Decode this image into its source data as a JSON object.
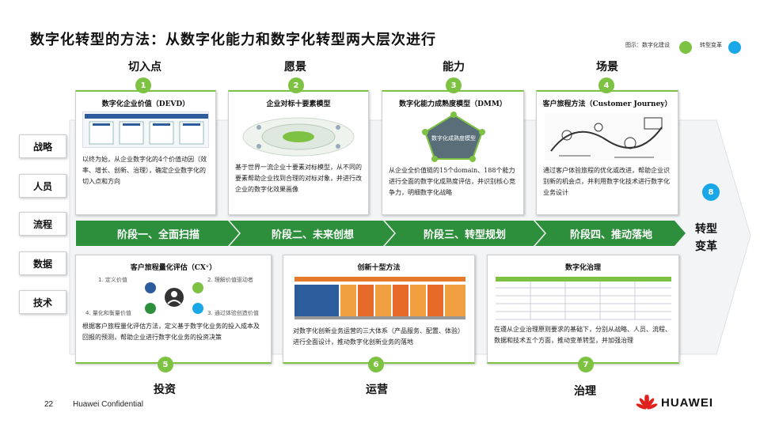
{
  "title": "数字化转型的方法：从数字化能力和数字化转型两大层次进行",
  "legend": {
    "prefix": "图示：",
    "item1": "数字化建设",
    "item2": "转型变革",
    "color1": "#7dc242",
    "color2": "#1aa7e8"
  },
  "top_labels": [
    "切入点",
    "愿景",
    "能力",
    "场景"
  ],
  "top_cards": [
    {
      "num": "1",
      "title": "数字化企业价值（DEVD）",
      "desc": "以终为始，从企业数字化的4个价值动因（效率、增长、创新、治理），确定企业数字化的切入点和方向"
    },
    {
      "num": "2",
      "title": "企业对标十要素模型",
      "desc": "基于世界一流企业十要素对标模型，从不同的要素帮助企业找到合理的对标对象，并进行改企业的数字化效果画像"
    },
    {
      "num": "3",
      "title": "数字化能力成熟度模型（DMM）",
      "desc": "从企业全价值链的15个domain、188个能力进行全面的数字化成熟度评估，并识别核心竞争力，明细数字化战略",
      "thumb_text": "数字化成熟度模型"
    },
    {
      "num": "4",
      "title": "客户旅程方法（Customer Journey）",
      "desc": "通过客户体验旅程的优化或改进，帮助企业识别新的机会点，并利用数字化技术进行数字化业务设计"
    }
  ],
  "side_labels": [
    "战略",
    "人员",
    "流程",
    "数据",
    "技术"
  ],
  "stages": [
    "阶段一、全面扫描",
    "阶段二、未来创想",
    "阶段三、转型规划",
    "阶段四、推动落地"
  ],
  "end": {
    "num": "8",
    "line1": "转型",
    "line2": "变革"
  },
  "bottom_cards": [
    {
      "num": "5",
      "title": "客户旅程量化评估（CXᵛ）",
      "desc": "根据客户旅程量化评估方法，定义基于数字化业务的投入成本及回报的预测，帮助企业进行数字化业务的投资决策",
      "thumb_labels": [
        "1. 定义价值",
        "2. 理解价值驱动者",
        "3. 通过体验创造价值",
        "4. 量化和衡量价值"
      ]
    },
    {
      "num": "6",
      "title": "创新十型方法",
      "desc": "对数字化创新业务运营的三大体系（产品服务、配置、体验）进行全面设计，推动数字化创新业务的落地"
    },
    {
      "num": "7",
      "title": "数字化治理",
      "desc": "在遵从企业治理原则要求的基础下，分别从战略、人员、流程、数据和技术五个方面，推动变革转型，并加强治理"
    }
  ],
  "bottom_labels": [
    "投资",
    "运营",
    "治理"
  ],
  "footer": {
    "page": "22",
    "confidential": "Huawei Confidential",
    "brand": "HUAWEI"
  }
}
